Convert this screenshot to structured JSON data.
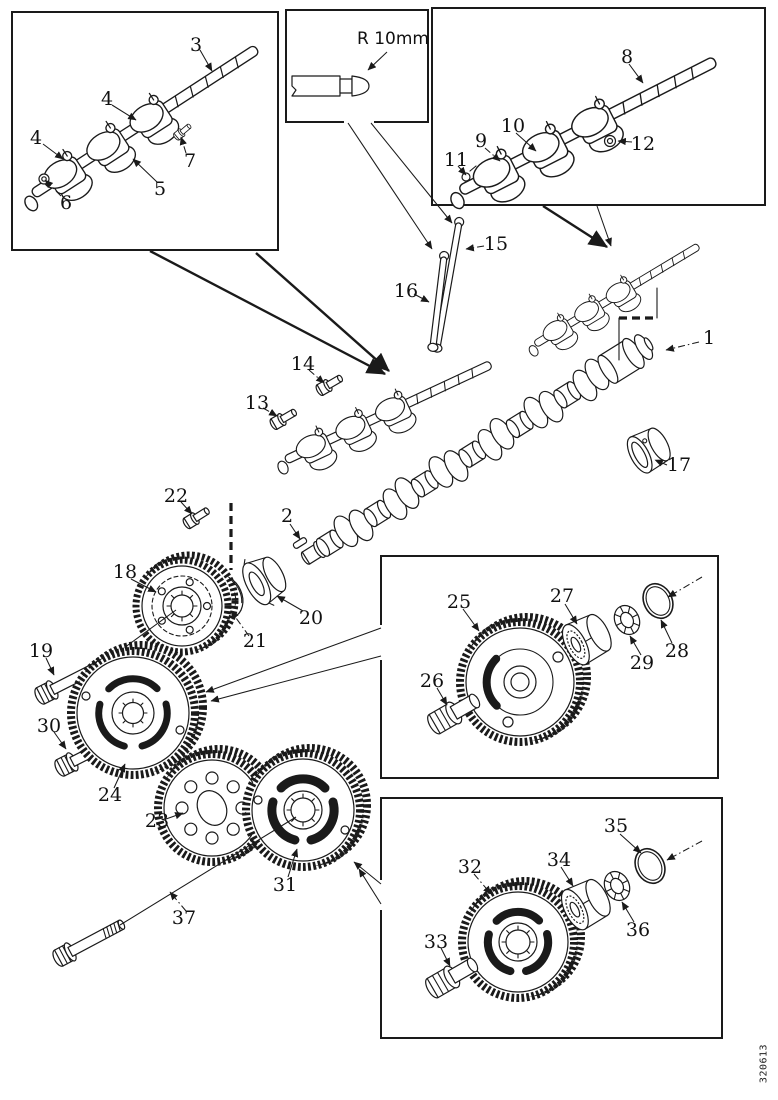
{
  "annotations": {
    "radius_label": "R 10mm",
    "figure_number": "320613"
  },
  "callouts": {
    "n1": "1",
    "n2": "2",
    "n3": "3",
    "n4a": "4",
    "n4b": "4",
    "n5": "5",
    "n6": "6",
    "n7": "7",
    "n8": "8",
    "n9": "9",
    "n10": "10",
    "n11": "11",
    "n12": "12",
    "n13": "13",
    "n14": "14",
    "n15": "15",
    "n16": "16",
    "n17": "17",
    "n18": "18",
    "n19": "19",
    "n20": "20",
    "n21": "21",
    "n22": "22",
    "n23": "23",
    "n24": "24",
    "n25": "25",
    "n26": "26",
    "n27": "27",
    "n28": "28",
    "n29": "29",
    "n30": "30",
    "n31": "31",
    "n32": "32",
    "n33": "33",
    "n34": "34",
    "n35": "35",
    "n36": "36",
    "n37": "37"
  }
}
